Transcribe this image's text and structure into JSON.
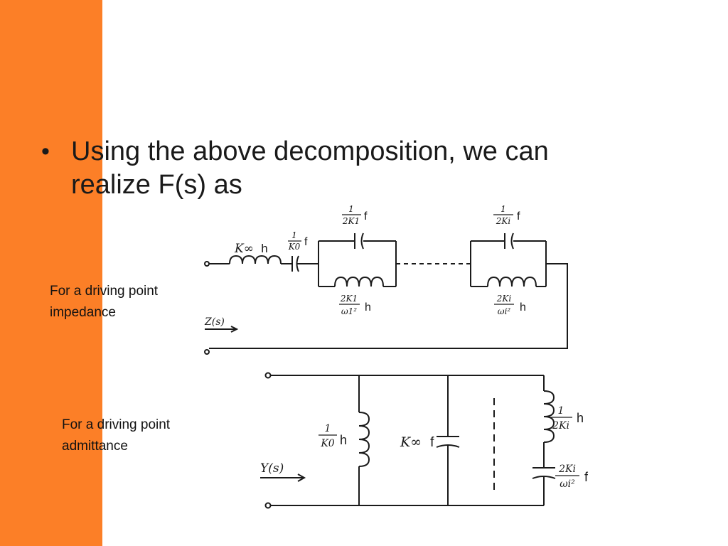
{
  "slide": {
    "bullet_symbol": "•",
    "bullet_line1": "Using the above decomposition, we can",
    "bullet_line2": "realize F(s) as",
    "caption_impedance_line1": "For a driving point",
    "caption_impedance_line2": "impedance",
    "caption_admittance_line1": "For a driving point",
    "caption_admittance_line2": "admittance"
  },
  "impedance_circuit": {
    "series_inductor_sym": "K∞",
    "series_inductor_unit": "h",
    "series_cap_num": "1",
    "series_cap_den": "K0",
    "series_cap_unit": "f",
    "tank1_cap_num": "1",
    "tank1_cap_den": "2K1",
    "tank1_cap_unit": "f",
    "tank1_ind_num": "2K1",
    "tank1_ind_den": "ω1²",
    "tank1_ind_unit": "h",
    "tanki_cap_num": "1",
    "tanki_cap_den": "2Ki",
    "tanki_cap_unit": "f",
    "tanki_ind_num": "2Ki",
    "tanki_ind_den": "ωi²",
    "tanki_ind_unit": "h",
    "input_label": "Z(s)"
  },
  "admittance_circuit": {
    "shunt_ind_num": "1",
    "shunt_ind_den": "K0",
    "shunt_ind_unit": "h",
    "shunt_cap_sym": "K∞",
    "shunt_cap_unit": "f",
    "branch_ind_num": "1",
    "branch_ind_den": "2Ki",
    "branch_ind_unit": "h",
    "branch_cap_num": "2Ki",
    "branch_cap_den": "ωi²",
    "branch_cap_unit": "f",
    "input_label": "Y(s)"
  },
  "colors": {
    "accent_band": "#fc7f27",
    "ink": "#1a1a1a"
  }
}
